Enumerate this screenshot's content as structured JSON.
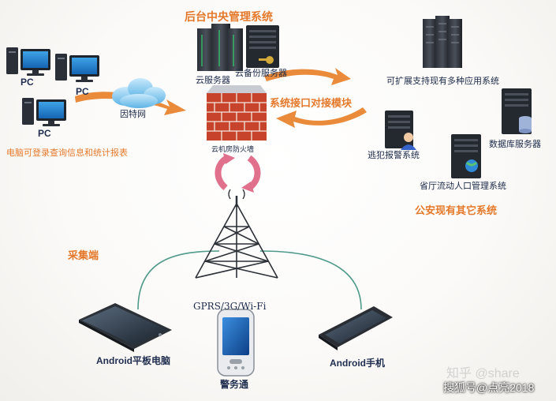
{
  "titles": {
    "backend": "后台中央管理系统",
    "interface_module": "系统接口对接模块",
    "police_systems": "公安现有其它系统",
    "collect": "采集端"
  },
  "pcs": {
    "pc1": "PC",
    "pc2": "PC",
    "pc3": "PC"
  },
  "labels": {
    "pc_note": "电脑可登录查询信息和统计报表",
    "internet": "因特网",
    "cloud_server": "云服务器",
    "backup_server": "云备份服务器",
    "firewall": "云机房防火墙",
    "scalable": "可扩展支持现有多种应用系统",
    "fugitive_alarm": "逃犯报警系统",
    "database_server": "数据库服务器",
    "population_system": "省厅流动人口管理系统",
    "network": "GPRS/3G/Wi-Fi",
    "android_tablet": "Android平板电脑",
    "police_device": "警务通",
    "android_phone": "Android手机"
  },
  "watermarks": {
    "zhihu": "知乎 @share",
    "sohu": "搜狐号@点亮2018"
  },
  "colors": {
    "accent_orange": "#e5792b",
    "text_navy": "#1b2a4a",
    "wall_red": "#c8432c",
    "pink_arrow": "#e0708c",
    "teal_line": "#4f9a8a"
  }
}
